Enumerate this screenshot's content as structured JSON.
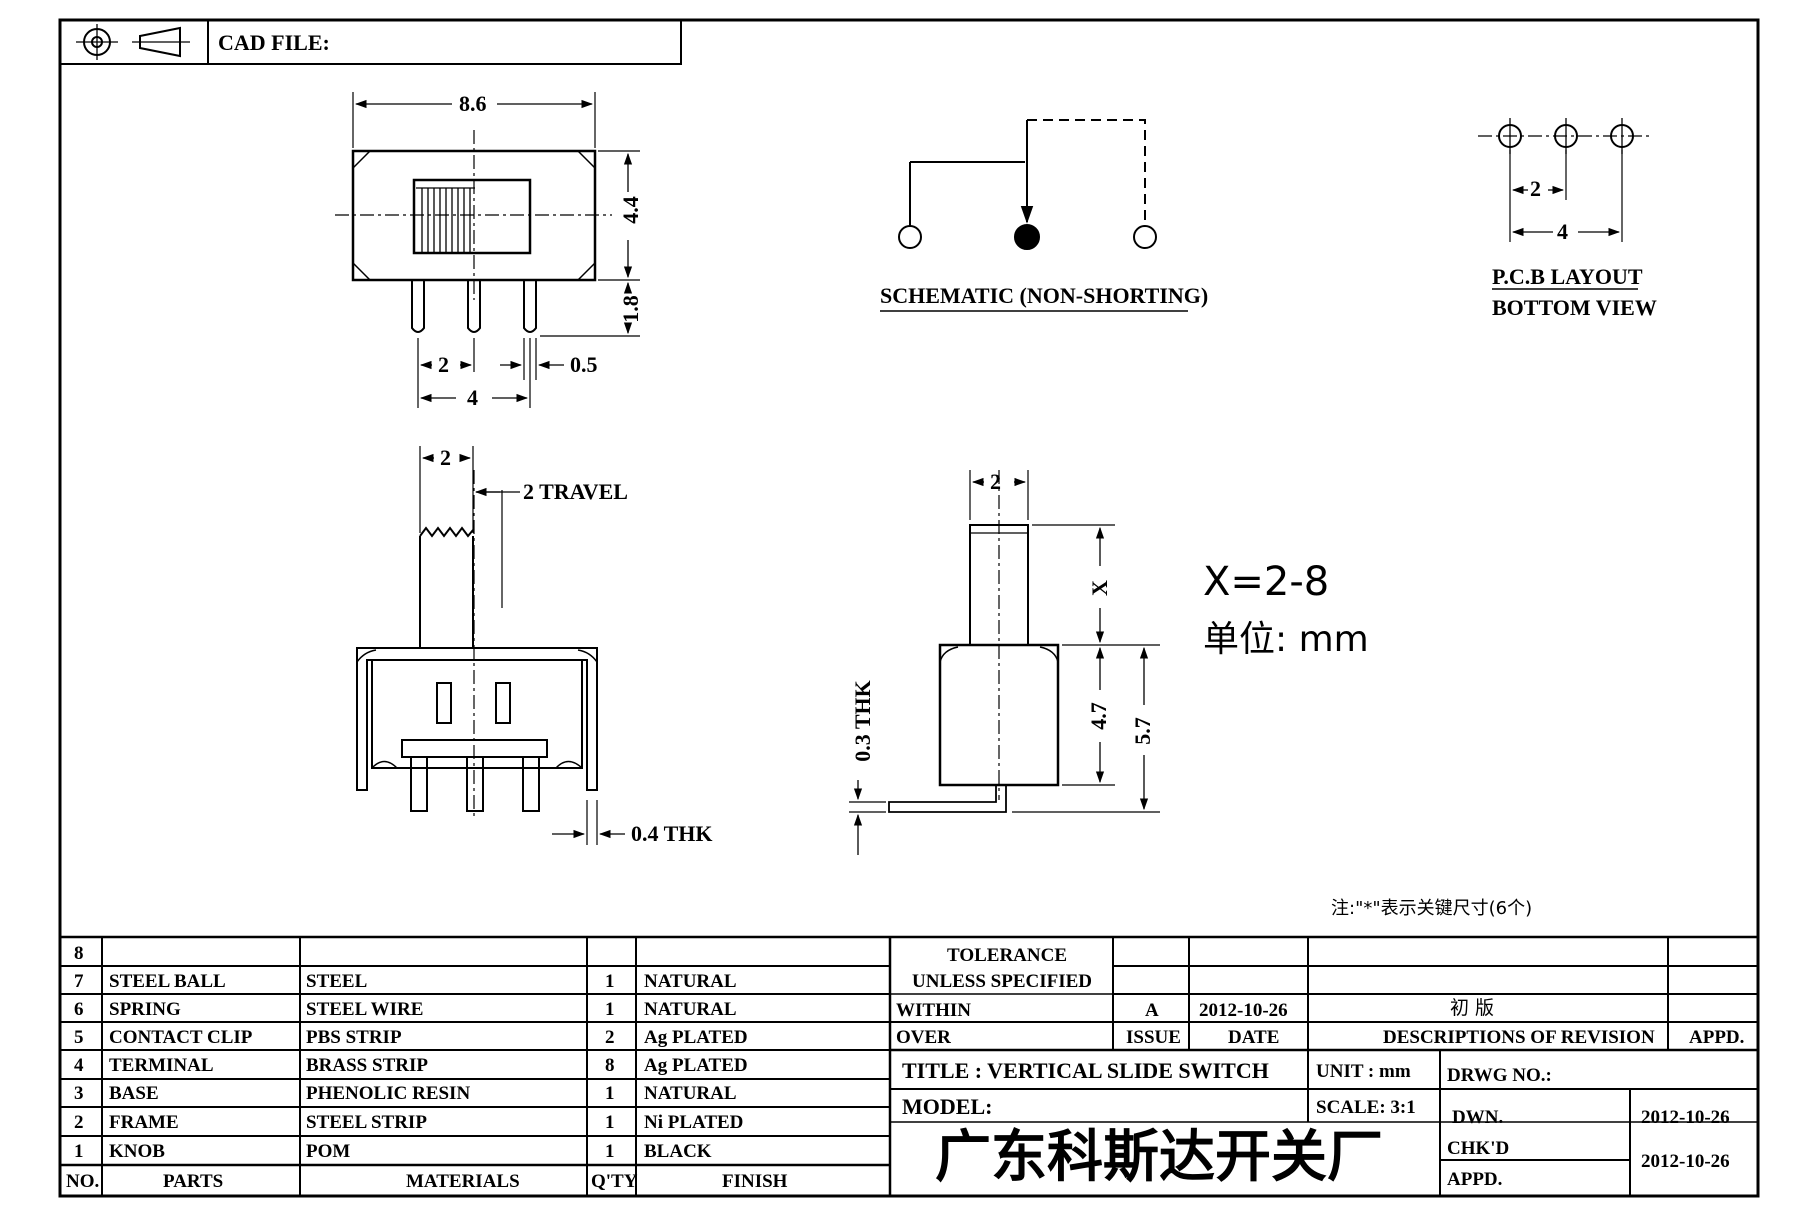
{
  "header": {
    "cad_file_label": "CAD FILE:"
  },
  "front_view": {
    "width_dim": "8.6",
    "height_dim": "4.4",
    "pin_len_dim": "1.8",
    "pitch_dim": "2",
    "span_dim": "4",
    "pin_dim": "0.5"
  },
  "side_view": {
    "knob_dim": "2",
    "travel_label": "2 TRAVEL",
    "thk_label": "0.4 THK"
  },
  "end_view": {
    "knob_dim": "2",
    "x_dim": "X",
    "body_dim": "4.7",
    "total_dim": "5.7",
    "thk_label": "0.3 THK"
  },
  "schematic": {
    "label": "SCHEMATIC (NON-SHORTING)"
  },
  "pcb": {
    "pitch_dim": "2",
    "span_dim": "4",
    "label_line1": "P.C.B LAYOUT",
    "label_line2": "BOTTOM VIEW"
  },
  "notes": {
    "x_range": "X=2-8",
    "unit_note": "单位: mm",
    "key_note": "注:\"*\"表示关键尺寸(6个)"
  },
  "bom": {
    "rows": [
      {
        "no": "8",
        "part": "",
        "material": "",
        "qty": "",
        "finish": ""
      },
      {
        "no": "7",
        "part": "STEEL BALL",
        "material": "STEEL",
        "qty": "1",
        "finish": "NATURAL"
      },
      {
        "no": "6",
        "part": "SPRING",
        "material": "STEEL WIRE",
        "qty": "1",
        "finish": "NATURAL"
      },
      {
        "no": "5",
        "part": "CONTACT CLIP",
        "material": "PBS STRIP",
        "qty": "2",
        "finish": "Ag PLATED"
      },
      {
        "no": "4",
        "part": "TERMINAL",
        "material": "BRASS STRIP",
        "qty": "8",
        "finish": "Ag PLATED"
      },
      {
        "no": "3",
        "part": "BASE",
        "material": "PHENOLIC RESIN",
        "qty": "1",
        "finish": "NATURAL"
      },
      {
        "no": "2",
        "part": "FRAME",
        "material": "STEEL STRIP",
        "qty": "1",
        "finish": "Ni PLATED"
      },
      {
        "no": "1",
        "part": "KNOB",
        "material": "POM",
        "qty": "1",
        "finish": "BLACK"
      }
    ],
    "headers": {
      "no": "NO.",
      "parts": "PARTS",
      "materials": "MATERIALS",
      "qty": "Q'TY",
      "finish": "FINISH"
    }
  },
  "title_block": {
    "tolerance": "TOLERANCE",
    "unless": "UNLESS  SPECIFIED",
    "within": "WITHIN",
    "over": "OVER",
    "rev_issue": "A",
    "rev_date": "2012-10-26",
    "rev_desc": "初  版",
    "issue_label": "ISSUE",
    "date_label": "DATE",
    "desc_label": "DESCRIPTIONS OF REVISION",
    "appd_label": "APPD.",
    "title": "TITLE :  VERTICAL SLIDE SWITCH",
    "unit": "UNIT :  mm",
    "drwg_no": "DRWG NO.:",
    "model": "MODEL:",
    "scale": "SCALE:  3:1",
    "company": "广东科斯达开关厂",
    "dwn_label": "DWN.",
    "dwn_date": "2012-10-26",
    "chkd_label": "CHK'D",
    "chk_date": "2012-10-26",
    "appd2_label": "APPD."
  }
}
